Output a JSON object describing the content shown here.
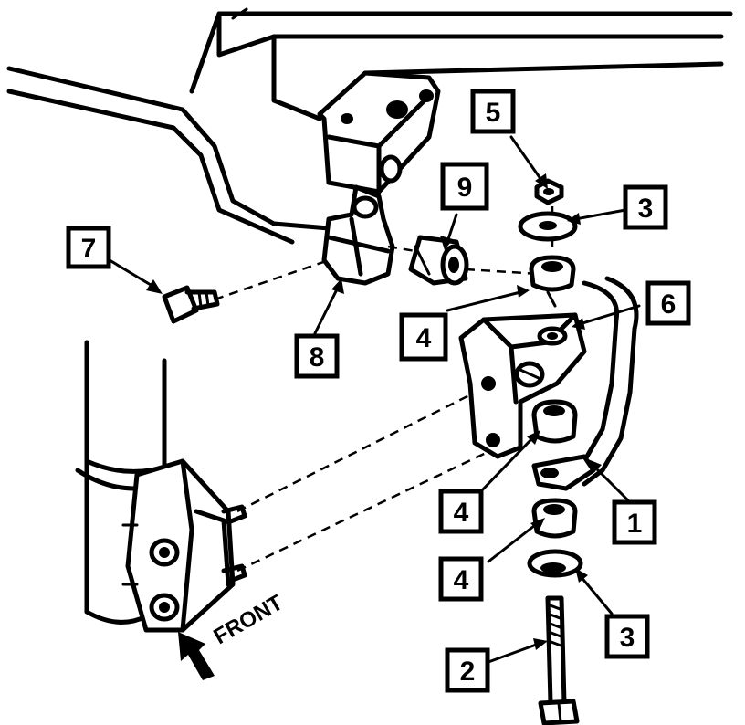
{
  "callouts": [
    {
      "id": "c1",
      "label": "1"
    },
    {
      "id": "c2",
      "label": "2"
    },
    {
      "id": "c3a",
      "label": "3"
    },
    {
      "id": "c3b",
      "label": "3"
    },
    {
      "id": "c4a",
      "label": "4"
    },
    {
      "id": "c4b",
      "label": "4"
    },
    {
      "id": "c4c",
      "label": "4"
    },
    {
      "id": "c5",
      "label": "5"
    },
    {
      "id": "c6",
      "label": "6"
    },
    {
      "id": "c7",
      "label": "7"
    },
    {
      "id": "c8",
      "label": "8"
    },
    {
      "id": "c9",
      "label": "9"
    }
  ],
  "direction_label": "FRONT"
}
